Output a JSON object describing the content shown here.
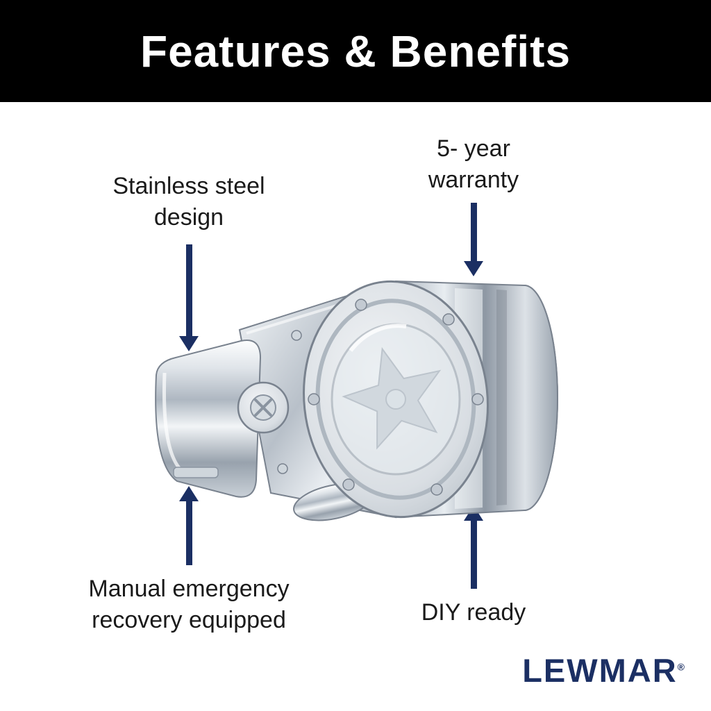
{
  "header": {
    "title": "Features & Benefits"
  },
  "callouts": {
    "stainless": {
      "label": "Stainless steel\ndesign"
    },
    "warranty": {
      "label": "5- year\nwarranty"
    },
    "manual": {
      "label": "Manual emergency\nrecovery equipped"
    },
    "diy": {
      "label": "DIY ready"
    }
  },
  "brand": {
    "name": "LEWMAR",
    "registered": "®"
  },
  "icons": {
    "product": "stainless-steel-windlass-photo"
  },
  "colors": {
    "header_bg": "#000000",
    "header_text": "#ffffff",
    "arrow": "#1b2f63",
    "logo": "#1b2f63",
    "background": "#ffffff"
  }
}
